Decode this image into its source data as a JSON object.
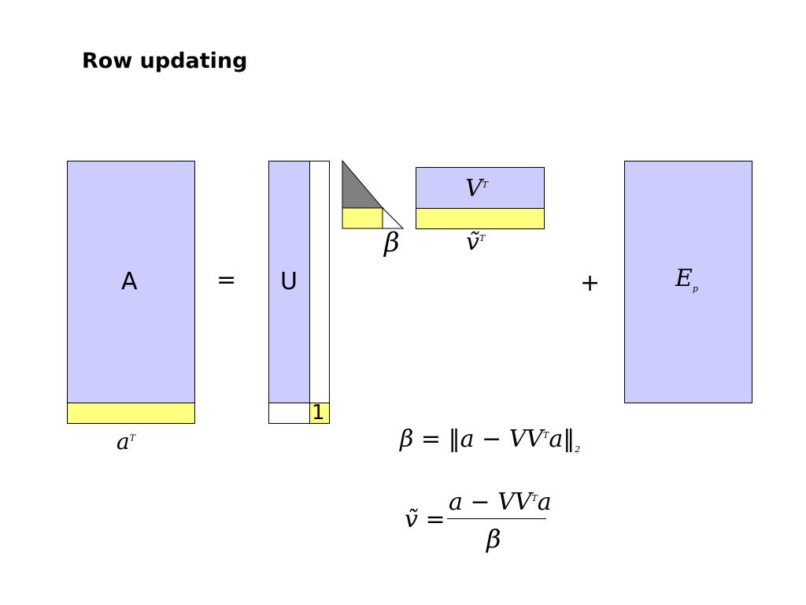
{
  "title": "Row updating",
  "labels": {
    "A": "A",
    "equals": "=",
    "U": "U",
    "one": "1",
    "plus": "+",
    "aT_base": "a",
    "aT_sup": "T",
    "VT_base": "V",
    "VT_sup": "T",
    "vt_base": "ṽ",
    "vt_sup": "T",
    "beta": "β",
    "Ep_base": "E",
    "Ep_sub": "p"
  },
  "formulas": {
    "beta_lhs": "β",
    "beta_eq": "=",
    "beta_rhs": "‖a − VV",
    "beta_rhs_sup": "T",
    "beta_rhs_tail": "a‖",
    "beta_rhs_sub": "2",
    "v_lhs": "ṽ",
    "v_eq": "=",
    "v_num": "a − VV",
    "v_num_sup": "T",
    "v_num_tail": "a",
    "v_den": "β"
  },
  "colors": {
    "matrix_fill": "#ccccff",
    "row_fill": "#ffff7f",
    "triangle_fill": "#808080",
    "border": "#000000"
  }
}
